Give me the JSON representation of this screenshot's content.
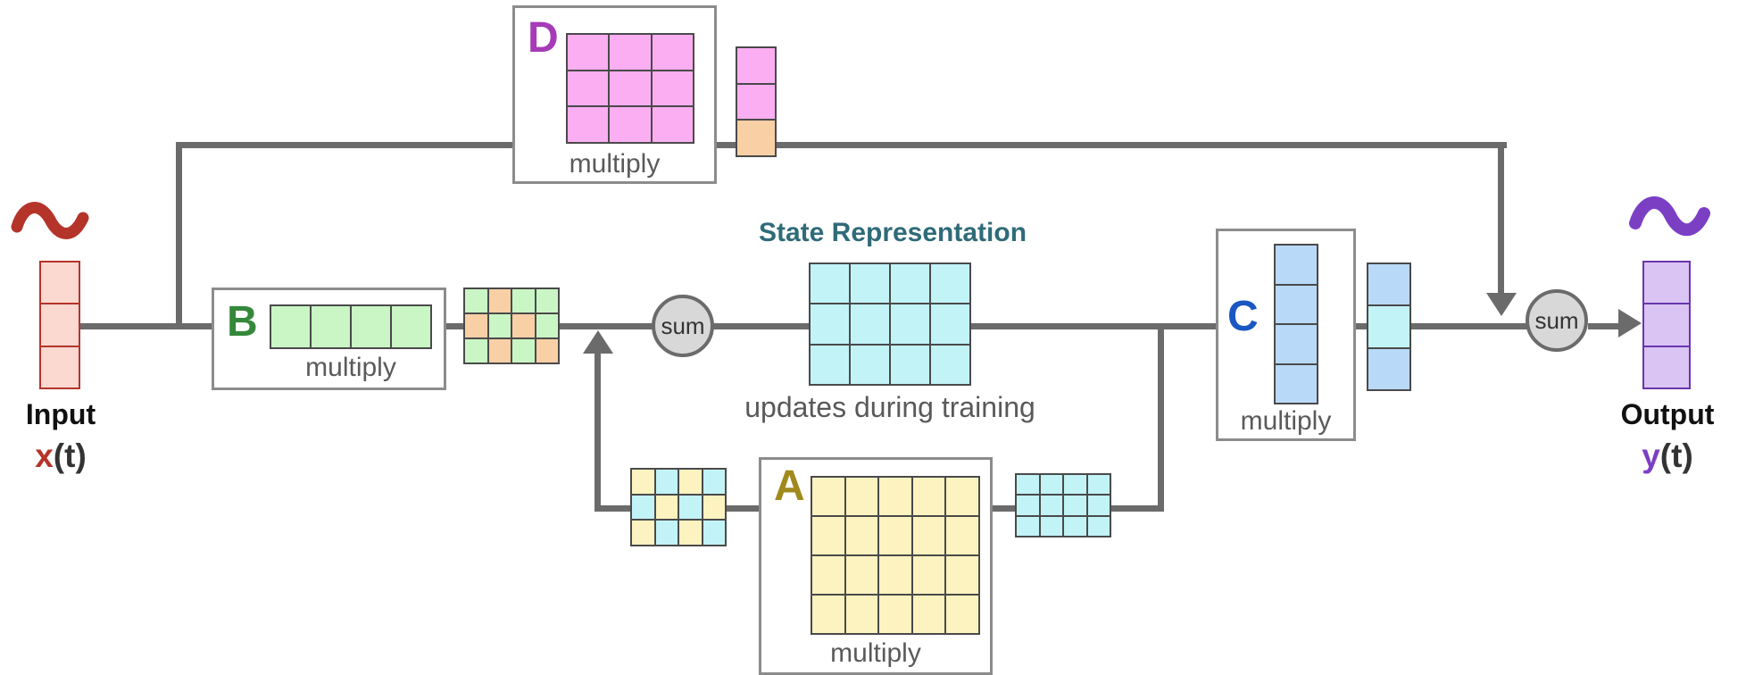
{
  "input": {
    "label": "Input",
    "signal_letter": "x",
    "signal_rest": "(t)",
    "accent": "#b5342a",
    "column": {
      "rows": 3,
      "cols": 1,
      "fill": "#fbd8d0",
      "border": "#b5342a"
    }
  },
  "output": {
    "label": "Output",
    "signal_letter": "y",
    "signal_rest": "(t)",
    "accent": "#7b3fc4",
    "column": {
      "rows": 3,
      "cols": 1,
      "fill": "#d9c4f4",
      "border": "#6a35ad"
    }
  },
  "blocks": {
    "d": {
      "letter": "D",
      "letter_color": "#a63bb8",
      "operation": "multiply",
      "grid": {
        "rows": 3,
        "cols": 3,
        "fill": "#fbaef2",
        "border": "#4a4a4a"
      }
    },
    "b": {
      "letter": "B",
      "letter_color": "#35883b",
      "operation": "multiply",
      "grid": {
        "rows": 1,
        "cols": 4,
        "fill": "#c9f6c4",
        "border": "#4a4a4a"
      }
    },
    "c": {
      "letter": "C",
      "letter_color": "#1b57c2",
      "operation": "multiply",
      "grid": {
        "rows": 4,
        "cols": 1,
        "fill": "#b9d9f8",
        "border": "#4a4a4a"
      }
    },
    "a": {
      "letter": "A",
      "letter_color": "#a08a1d",
      "operation": "multiply",
      "grid": {
        "rows": 4,
        "cols": 5,
        "fill": "#fcf3c0",
        "border": "#4a4a4a"
      }
    }
  },
  "state": {
    "title": "State Representation",
    "title_color": "#2f6b78",
    "subtitle": "updates during training",
    "subtitle_color": "#595959",
    "grid": {
      "rows": 3,
      "cols": 4,
      "fill": "#c2f3f7",
      "border": "#4a4a4a"
    }
  },
  "sums": {
    "left_label": "sum",
    "right_label": "sum"
  },
  "vectors": {
    "d_out": {
      "rows": 3,
      "cols": 1,
      "border": "#4a4a4a",
      "cells": [
        "#fbaef2",
        "#fbaef2",
        "#f9cfa6"
      ]
    },
    "b_out": {
      "rows": 3,
      "cols": 4,
      "border": "#4a4a4a",
      "cells": [
        "#c9f6c4",
        "#f9cfa6",
        "#c9f6c4",
        "#c9f6c4",
        "#f9cfa6",
        "#c9f6c4",
        "#f9cfa6",
        "#c9f6c4",
        "#c9f6c4",
        "#f9cfa6",
        "#c9f6c4",
        "#f9cfa6"
      ]
    },
    "c_out": {
      "rows": 3,
      "cols": 1,
      "border": "#4a4a4a",
      "cells": [
        "#b9d9f8",
        "#c2f3f7",
        "#b9d9f8"
      ]
    },
    "a_in": {
      "rows": 3,
      "cols": 4,
      "border": "#4a4a4a",
      "cells": [
        "#fcf3c0",
        "#c2f3f7",
        "#fcf3c0",
        "#c2f3f7",
        "#c2f3f7",
        "#fcf3c0",
        "#c2f3f7",
        "#fcf3c0",
        "#fcf3c0",
        "#c2f3f7",
        "#fcf3c0",
        "#c2f3f7"
      ]
    },
    "a_out": {
      "rows": 3,
      "cols": 4,
      "fill": "#c2f3f7",
      "border": "#4a4a4a"
    }
  },
  "line_color": "#6b6b6b",
  "icons": {
    "input-signal-icon": "sine-squiggle",
    "output-signal-icon": "sine-squiggle",
    "arrow-down-icon": "triangle-down",
    "arrow-up-icon": "triangle-up",
    "arrow-right-icon": "triangle-right"
  }
}
